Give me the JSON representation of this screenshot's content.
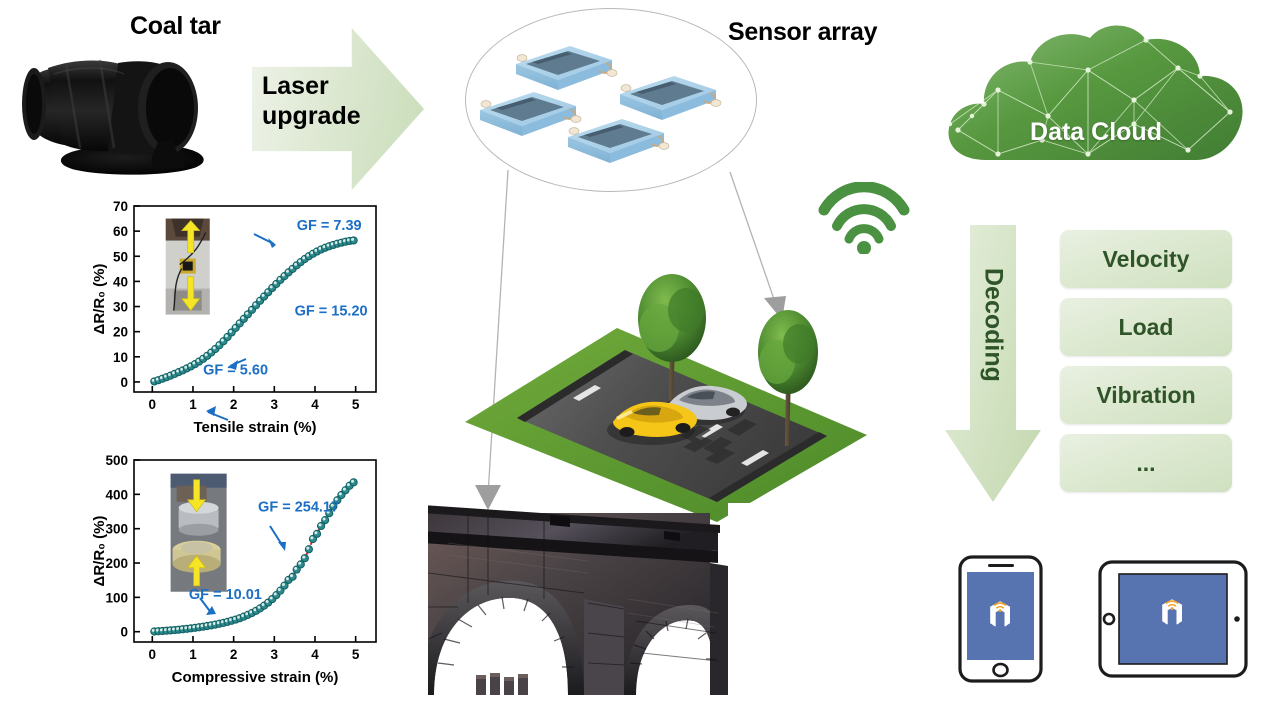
{
  "figure": {
    "coal_tar": {
      "title": "Coal tar",
      "icon": "oil-drum-icon"
    },
    "laser_arrow": {
      "label": "Laser\nupgrade",
      "line1": "Laser",
      "line2": "upgrade",
      "color": "#c9ddb9"
    },
    "sensor": {
      "title": "Sensor array",
      "count": 4
    },
    "wifi": {
      "icon": "wifi-icon",
      "color": "#4b9142"
    },
    "cloud": {
      "label": "Data Cloud",
      "color": "#5a9a4e"
    },
    "decoding": {
      "label": "Decoding",
      "color": "#2e5428"
    },
    "decode_items": [
      {
        "label": "Velocity"
      },
      {
        "label": "Load"
      },
      {
        "label": "Vibration"
      },
      {
        "label": "..."
      }
    ],
    "devices": [
      {
        "name": "smartphone",
        "screen_color": "#5773b0"
      },
      {
        "name": "tablet",
        "screen_color": "#5773b0"
      }
    ],
    "road": {
      "name": "road-scene",
      "cars": 2,
      "trees": 2
    },
    "bridge": {
      "name": "stone-arch-bridge-photo"
    }
  },
  "chart_data": [
    {
      "type": "scatter",
      "name": "tensile-response",
      "title": "",
      "xlabel": "Tensile strain (%)",
      "ylabel": "ΔR/R₀ (%)",
      "xlim": [
        -0.45,
        5.5
      ],
      "ylim": [
        -4,
        70
      ],
      "xticks": [
        0,
        1,
        2,
        3,
        4,
        5
      ],
      "yticks": [
        0,
        10,
        20,
        30,
        40,
        50,
        60,
        70
      ],
      "grid": false,
      "legend": "none",
      "marker_color": "#2e8a8c",
      "fit_color": "#e02626",
      "annotations": [
        {
          "text": "GF = 7.39",
          "x": 3.55,
          "y": 60.5
        },
        {
          "text": "GF = 15.20",
          "x": 3.5,
          "y": 26.5
        },
        {
          "text": "GF = 5.60",
          "x": 1.25,
          "y": 3.0
        }
      ],
      "inset": "tensile-test-photo",
      "x": [
        0.05,
        0.15,
        0.25,
        0.35,
        0.45,
        0.55,
        0.65,
        0.75,
        0.85,
        0.95,
        1.05,
        1.15,
        1.25,
        1.35,
        1.45,
        1.55,
        1.65,
        1.75,
        1.85,
        1.95,
        2.05,
        2.15,
        2.25,
        2.35,
        2.45,
        2.55,
        2.65,
        2.75,
        2.85,
        2.95,
        3.05,
        3.15,
        3.25,
        3.35,
        3.45,
        3.55,
        3.65,
        3.75,
        3.85,
        3.95,
        4.05,
        4.15,
        4.25,
        4.35,
        4.45,
        4.55,
        4.65,
        4.75,
        4.85,
        4.95
      ],
      "y": [
        0.2,
        0.7,
        1.3,
        1.9,
        2.5,
        3.2,
        3.9,
        4.6,
        5.4,
        6.2,
        7.1,
        8.1,
        9.2,
        10.4,
        11.7,
        13.1,
        14.6,
        16.2,
        17.9,
        19.7,
        21.5,
        23.3,
        25.1,
        26.9,
        28.7,
        30.5,
        32.3,
        34.0,
        35.7,
        37.4,
        39.0,
        40.6,
        42.1,
        43.6,
        45.0,
        46.4,
        47.7,
        48.9,
        50.0,
        51.0,
        51.9,
        52.7,
        53.4,
        54.0,
        54.5,
        55.0,
        55.4,
        55.8,
        56.1,
        56.3
      ]
    },
    {
      "type": "scatter",
      "name": "compressive-response",
      "title": "",
      "xlabel": "Compressive strain (%)",
      "ylabel": "ΔR/R₀ (%)",
      "xlim": [
        -0.45,
        5.5
      ],
      "ylim": [
        -30,
        500
      ],
      "xticks": [
        0,
        1,
        2,
        3,
        4,
        5
      ],
      "yticks": [
        0,
        100,
        200,
        300,
        400,
        500
      ],
      "grid": false,
      "legend": "none",
      "marker_color": "#2e8a8c",
      "fit_color": "#e02626",
      "annotations": [
        {
          "text": "GF = 254.17",
          "x": 2.6,
          "y": 350
        },
        {
          "text": "GF = 10.01",
          "x": 0.9,
          "y": 95
        }
      ],
      "inset": "compression-test-photo",
      "x": [
        0.05,
        0.15,
        0.25,
        0.35,
        0.45,
        0.55,
        0.65,
        0.75,
        0.85,
        0.95,
        1.05,
        1.15,
        1.25,
        1.35,
        1.45,
        1.55,
        1.65,
        1.75,
        1.85,
        1.95,
        2.05,
        2.15,
        2.25,
        2.35,
        2.45,
        2.55,
        2.65,
        2.75,
        2.85,
        2.95,
        3.05,
        3.15,
        3.25,
        3.35,
        3.45,
        3.55,
        3.65,
        3.75,
        3.85,
        3.95,
        4.05,
        4.15,
        4.25,
        4.35,
        4.45,
        4.55,
        4.65,
        4.75,
        4.85,
        4.95
      ],
      "y": [
        0.5,
        1.2,
        2.0,
        2.9,
        3.8,
        4.8,
        5.9,
        7.1,
        8.4,
        9.8,
        11.3,
        12.9,
        14.6,
        16.5,
        18.5,
        20.7,
        23.1,
        25.7,
        28.6,
        31.8,
        35.4,
        39.4,
        43.9,
        48.9,
        54.5,
        60.8,
        67.9,
        75.9,
        84.9,
        95.1,
        106.6,
        119.6,
        134.3,
        151.0,
        160.0,
        181.0,
        196.0,
        214.0,
        240.0,
        270.0,
        285.0,
        308.0,
        325.0,
        345.0,
        365.0,
        383.0,
        398.0,
        412.0,
        425.0,
        435.0
      ]
    }
  ]
}
